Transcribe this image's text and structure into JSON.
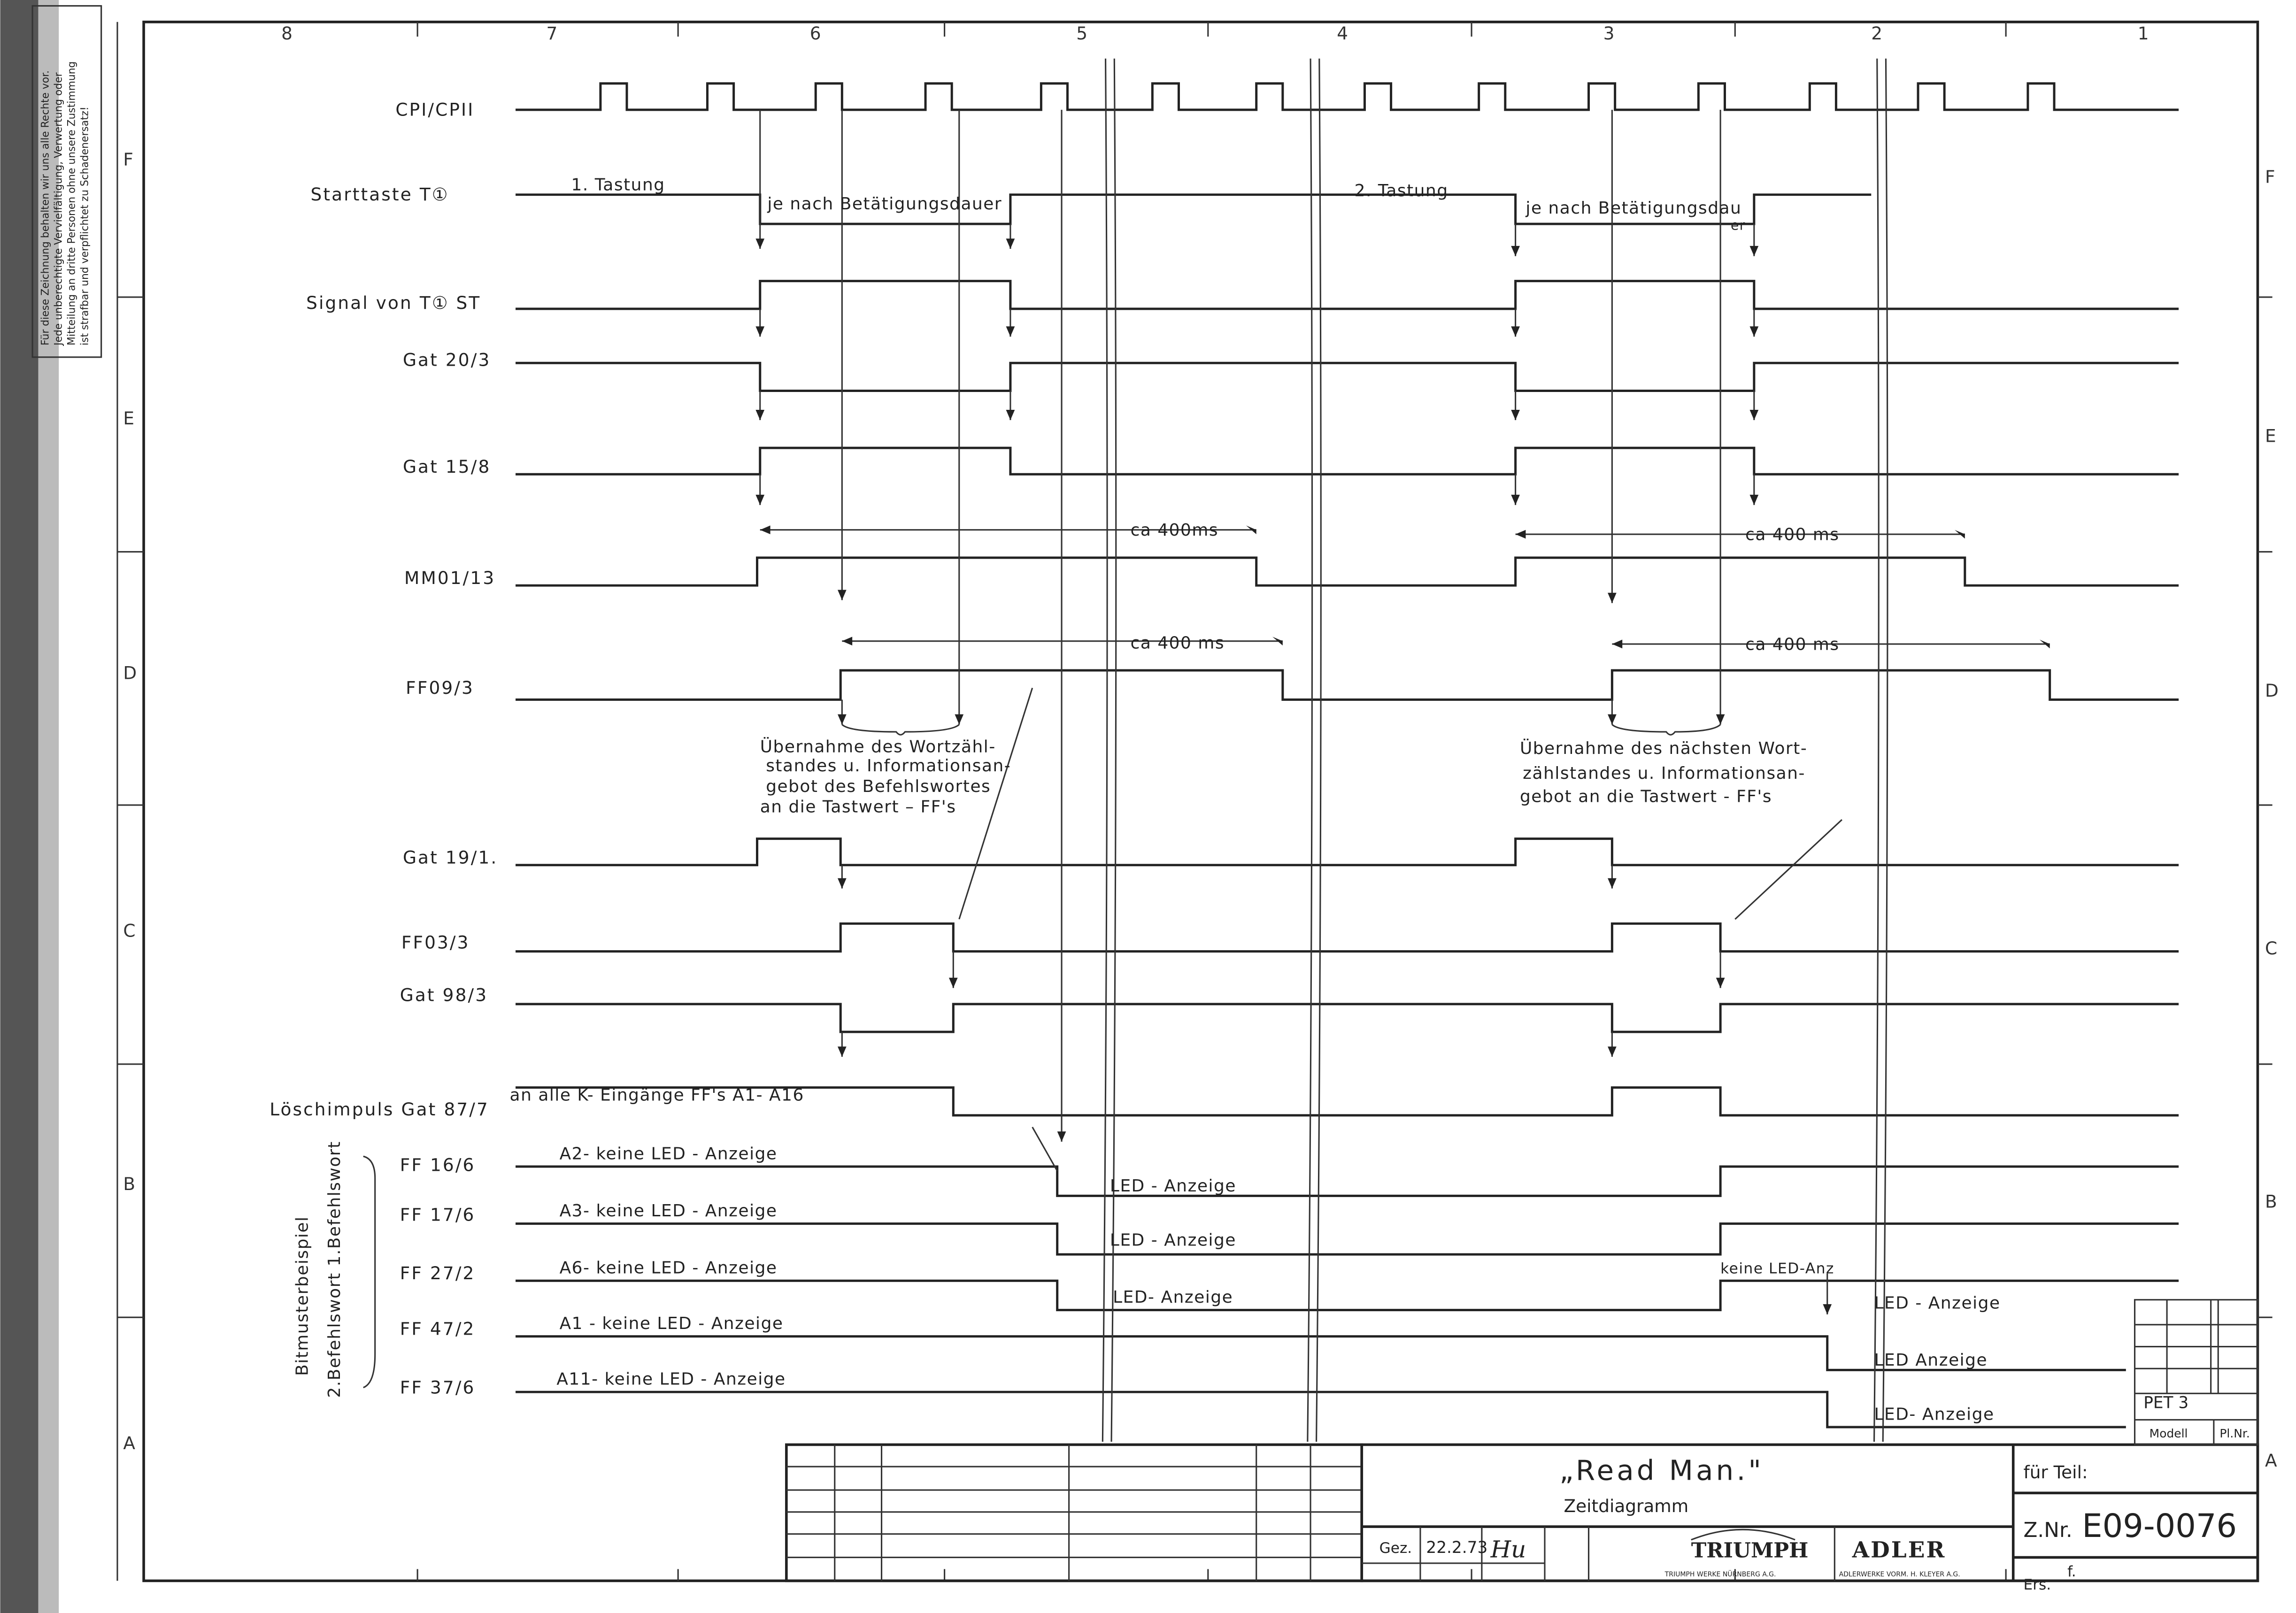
{
  "notice": [
    "Für diese Zeichnung behalten wir uns alle Rechte vor.",
    "Jede unberechtigte Vervielfältigung, Verwertung oder",
    "Mitteilung an dritte Personen ohne unsere Zustimmung",
    "ist strafbar und verpflichtet zu Schadenersatz!"
  ],
  "grid": {
    "columns": [
      "8",
      "7",
      "6",
      "5",
      "4",
      "3",
      "2",
      "1"
    ],
    "rows": [
      "F",
      "E",
      "D",
      "C",
      "B",
      "A"
    ]
  },
  "signals": [
    {
      "label": "CPI/CPII"
    },
    {
      "label": "Starttaste   T①"
    },
    {
      "label": "Signal  von T① ST"
    },
    {
      "label": "Gat 20/3"
    },
    {
      "label": "Gat 15/8"
    },
    {
      "label": "MM01/13"
    },
    {
      "label": "FF09/3"
    },
    {
      "label": "Gat 19/1."
    },
    {
      "label": "FF03/3"
    },
    {
      "label": "Gat 98/3"
    },
    {
      "label": "Löschimpuls Gat 87/7"
    },
    {
      "label": "FF 16/6"
    },
    {
      "label": "FF 17/6"
    },
    {
      "label": "FF 27/2"
    },
    {
      "label": "FF 47/2"
    },
    {
      "label": "FF 37/6"
    }
  ],
  "bitmuster": {
    "line1": "Bitmusterbeispiel",
    "line2": "2.Befehlswort 1.Befehlswort"
  },
  "annotations": {
    "tastung1": "1. Tastung",
    "tastung2": "2. Tastung",
    "betaetigung1": "je nach Betätigungsdauer",
    "betaetigung2": "je nach Betätigungsdau",
    "betaetigung2b": "er",
    "ca400_1": "ca 400ms",
    "ca400_2": "ca 400 ms",
    "ca400_3": "ca 400 ms",
    "ca400_4": "ca 400 ms",
    "uebernahme1": [
      "Übernahme  des  Wortzähl-",
      "standes  u. Informationsan-",
      "gebot  des  Befehlswortes",
      "an  die  Tastwert – FF's"
    ],
    "uebernahme2": [
      "Übernahme des nächsten Wort-",
      "zählstandes u. Informationsan-",
      "gebot an die Tastwert - FF's"
    ],
    "loesch": "an  alle  K- Eingänge  FF's  A1- A16",
    "a2": "A2- keine  LED - Anzeige",
    "a3": "A3- keine  LED - Anzeige",
    "a6": "A6- keine  LED - Anzeige",
    "a1": "A1 - keine  LED - Anzeige",
    "a11": "A11- keine  LED - Anzeige",
    "led1": "LED - Anzeige",
    "led2": "LED - Anzeige",
    "led3": "LED- Anzeige",
    "keineled": "keine LED-Anz",
    "led4": "LED - Anzeige",
    "led5": "LED  Anzeige",
    "led6": "LED- Anzeige"
  },
  "titleblock": {
    "title": "„Read  Man.\"",
    "subtitle": "Zeitdiagramm",
    "fuer_teil": "für Teil:",
    "znr_prefix": "Z.Nr.",
    "znr": "E09-0076",
    "gez": "Gez.",
    "date": "22.2.73",
    "signature": "Hu",
    "ers": "Ers.",
    "ers_value": "f.",
    "pet": "PET 3",
    "modell": "Modell",
    "plnr": "Pl.Nr.",
    "triumph": "TRIUMPH",
    "triumph_sub": "TRIUMPH WERKE NÜRNBERG A.G.",
    "adler": "ADLER",
    "adler_sub": "ADLERWERKE VORM. H. KLEYER A.G."
  }
}
